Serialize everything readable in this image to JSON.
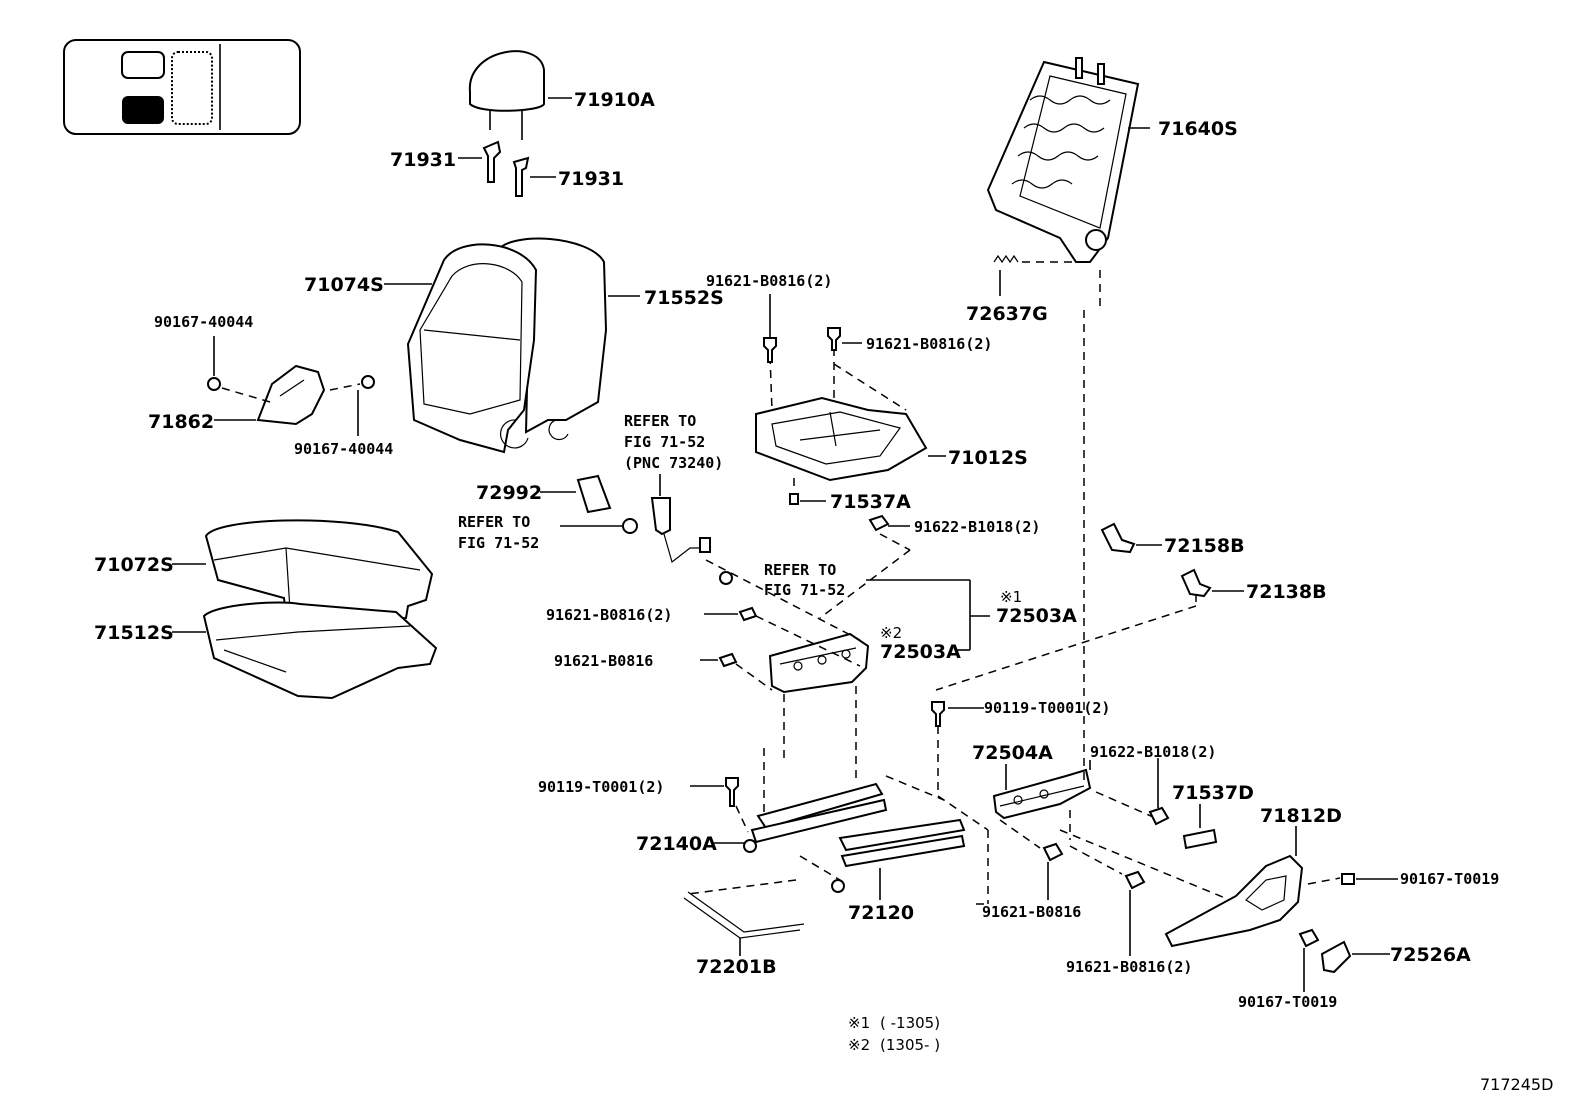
{
  "diagram_id": "717245D",
  "position_indicator": {
    "selected_seat": "front-left (driver)",
    "fill_color": "#000000"
  },
  "parts": {
    "headrest": "71910A",
    "headrest_support_1": "71931",
    "headrest_support_2": "71931",
    "seatback_frame": "71640S",
    "spring": "72637G",
    "seatback_pad": "71074S",
    "seatback_cover": "71552S",
    "shield_cover": "71862",
    "cushion_frame": "71012S",
    "clip_a": "71537A",
    "cushion_cover": "71072S",
    "cushion_pad": "71512S",
    "guide_bracket": "72992",
    "adjuster_assy_1": "72503A",
    "adjuster_assy_2": "72503A",
    "cover_72158b": "72158B",
    "cover_72138b": "72138B",
    "adjuster_lh": "72504A",
    "clip_d": "71537D",
    "shield_71812d": "71812D",
    "track_rail": "72140A",
    "track_rail_2": "72120",
    "wire_72201b": "72201B",
    "knob": "72526A"
  },
  "bolts": {
    "b_90167_40044_top": "90167-40044",
    "b_90167_40044_bottom": "90167-40044",
    "b_91621_b0816_2_top": "91621-B0816(2)",
    "b_91621_b0816_2_right": "91621-B0816(2)",
    "b_91622_b1018_2_mid": "91622-B1018(2)",
    "b_91621_b0816_2_left": "91621-B0816(2)",
    "b_91621_b0816_left": "91621-B0816",
    "b_90119_t0001_2_mid": "90119-T0001(2)",
    "b_90119_t0001_2_left": "90119-T0001(2)",
    "b_91622_b1018_2_right": "91622-B1018(2)",
    "b_90167_t0019_right": "90167-T0019",
    "b_91621_b0816_bottom": "91621-B0816",
    "b_91621_b0816_2_bottom": "91621-B0816(2)",
    "b_90167_t0019_bottom": "90167-T0019"
  },
  "references": {
    "ref1": {
      "line1": "REFER TO",
      "line2": "FIG 71-52",
      "line3": "(PNC 73240)"
    },
    "ref2": {
      "line1": "REFER TO",
      "line2": "FIG 71-52"
    },
    "ref3": {
      "line1": "REFER TO",
      "line2": "FIG 71-52"
    }
  },
  "marks": {
    "mark1": "※1",
    "mark2": "※2"
  },
  "notes": {
    "note1_mark": "※1",
    "note1_text": "(      -1305)",
    "note2_mark": "※2",
    "note2_text": "(1305-      )"
  }
}
